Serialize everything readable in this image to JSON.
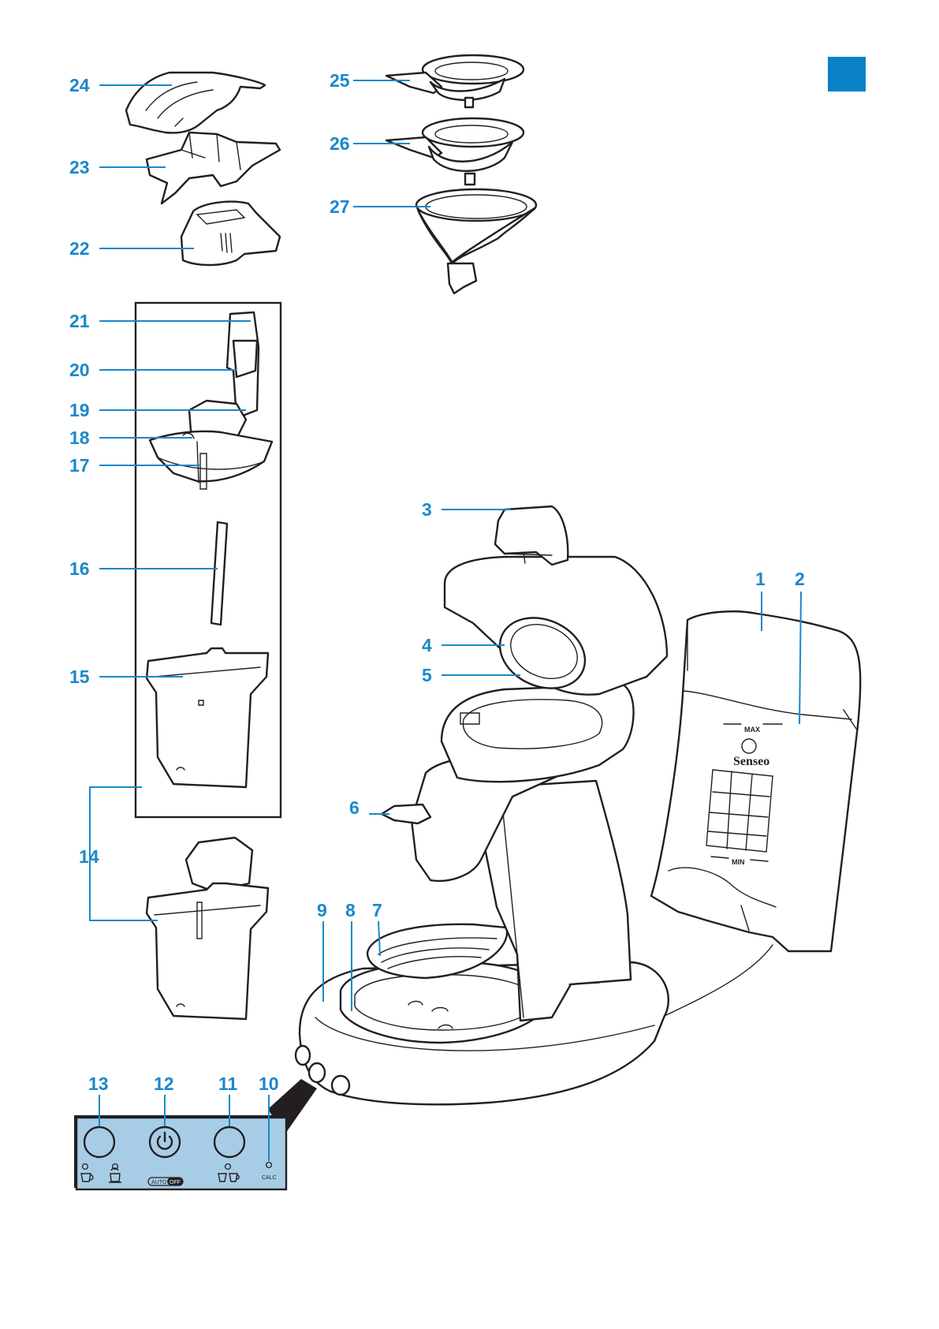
{
  "accent_color": "#1a88c9",
  "panel_color": "#a7cde6",
  "part_labels": {
    "p1": "1",
    "p2": "2",
    "p3": "3",
    "p4": "4",
    "p5": "5",
    "p6": "6",
    "p7": "7",
    "p8": "8",
    "p9": "9",
    "p10": "10",
    "p11": "11",
    "p12": "12",
    "p13": "13",
    "p14": "14",
    "p15": "15",
    "p16": "16",
    "p17": "17",
    "p18": "18",
    "p19": "19",
    "p20": "20",
    "p21": "21",
    "p22": "22",
    "p23": "23",
    "p24": "24",
    "p25": "25",
    "p26": "26",
    "p27": "27"
  },
  "water_tank": {
    "max_label": "MAX",
    "min_label": "MIN",
    "brand": "Senseo"
  },
  "control_panel": {
    "auto_label": "AUTO",
    "off_label": "OFF",
    "calc_label": "CALC",
    "icons": [
      "one-cup-icon",
      "mug-icon",
      "power-icon",
      "two-cups-icon",
      "calc-light-icon"
    ]
  }
}
